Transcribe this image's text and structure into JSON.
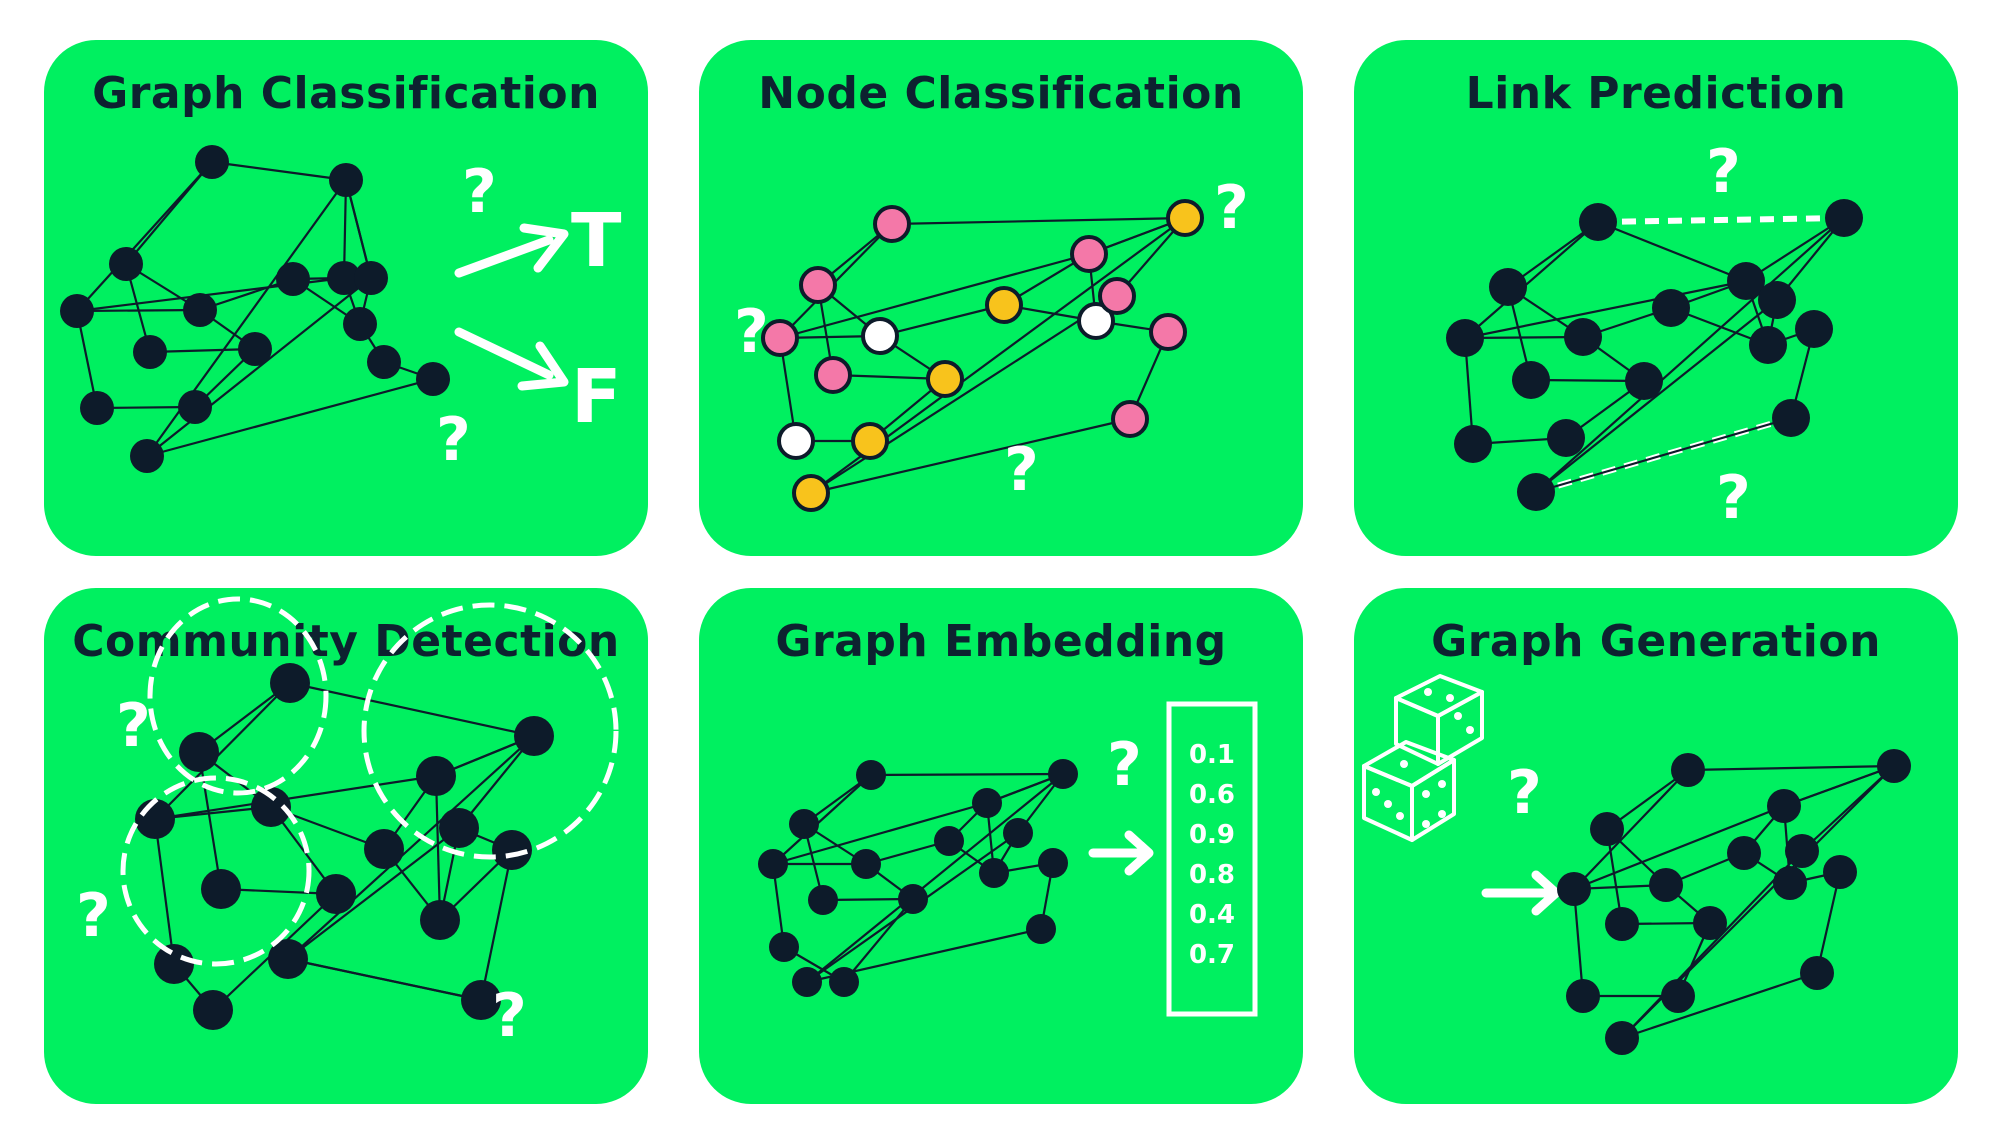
{
  "colors": {
    "panel": "#00f060",
    "node": "#0d1b2a",
    "title": "#0d2230",
    "accent": "#ffffff",
    "node_pink": "#f478a8",
    "node_yellow": "#f8c31c",
    "node_white": "#ffffff"
  },
  "panels": [
    {
      "title": "Graph Classification",
      "icon": "graph-with-true-false-arrows"
    },
    {
      "title": "Node Classification",
      "icon": "graph-with-colored-nodes"
    },
    {
      "title": "Link Prediction",
      "icon": "graph-with-dashed-links"
    },
    {
      "title": "Community Detection",
      "icon": "graph-with-dashed-circles"
    },
    {
      "title": "Graph Embedding",
      "icon": "graph-to-vector"
    },
    {
      "title": "Graph Generation",
      "icon": "dice-to-graph"
    }
  ],
  "question_mark": "?",
  "classification_labels": {
    "true_label": "T",
    "false_label": "F"
  },
  "embedding_vector": [
    "0.1",
    "0.6",
    "0.9",
    "0.8",
    "0.4",
    "0.7"
  ],
  "node_classification_colors": [
    "pink",
    "pink",
    "pink",
    "white",
    "pink",
    "white",
    "yellow",
    "yellow",
    "yellow",
    "pink",
    "white",
    "yellow",
    "pink",
    "pink",
    "yellow",
    "pink"
  ]
}
